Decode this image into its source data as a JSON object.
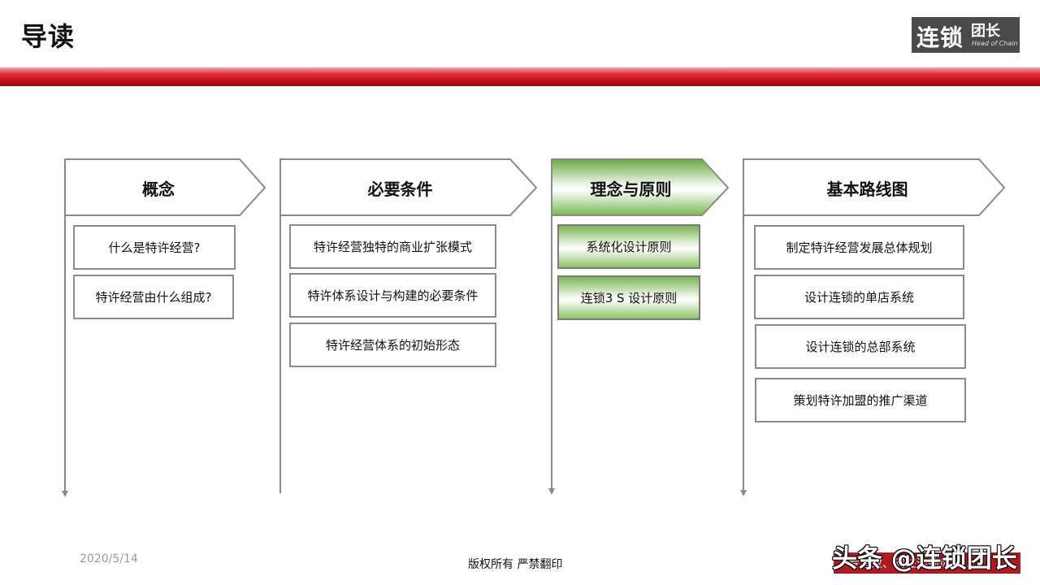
{
  "title": "导读",
  "logo": {
    "big": "连锁",
    "small": "团长",
    "en": "Head of Chain"
  },
  "columns": [
    {
      "header": "概念",
      "active": false,
      "items": [
        "什么是特许经营?",
        "特许经营由什么组成?"
      ]
    },
    {
      "header": "必要条件",
      "active": false,
      "items": [
        "特许经营独特的商业扩张模式",
        "特许体系设计与构建的必要条件",
        "特许经营体系的初始形态"
      ]
    },
    {
      "header": "理念与原则",
      "active": true,
      "items": [
        "系统化设计原则",
        "连锁3 S 设计原则"
      ]
    },
    {
      "header": "基本路线图",
      "active": false,
      "items": [
        "制定特许经营发展总体规划",
        "设计连锁的单店系统",
        "设计连锁的总部系统",
        "策划特许加盟的推广渠道"
      ]
    }
  ],
  "footer": {
    "date": "2020/5/14",
    "copyright": "版权所有  严禁翻印",
    "watermark": "头条 @连锁团长",
    "watermark_sub": "专注致、安注连锁你要..."
  },
  "colors": {
    "accent_red": "#c2101c",
    "active_green": "#7cb557",
    "border_gray": "#8a8a8a"
  }
}
